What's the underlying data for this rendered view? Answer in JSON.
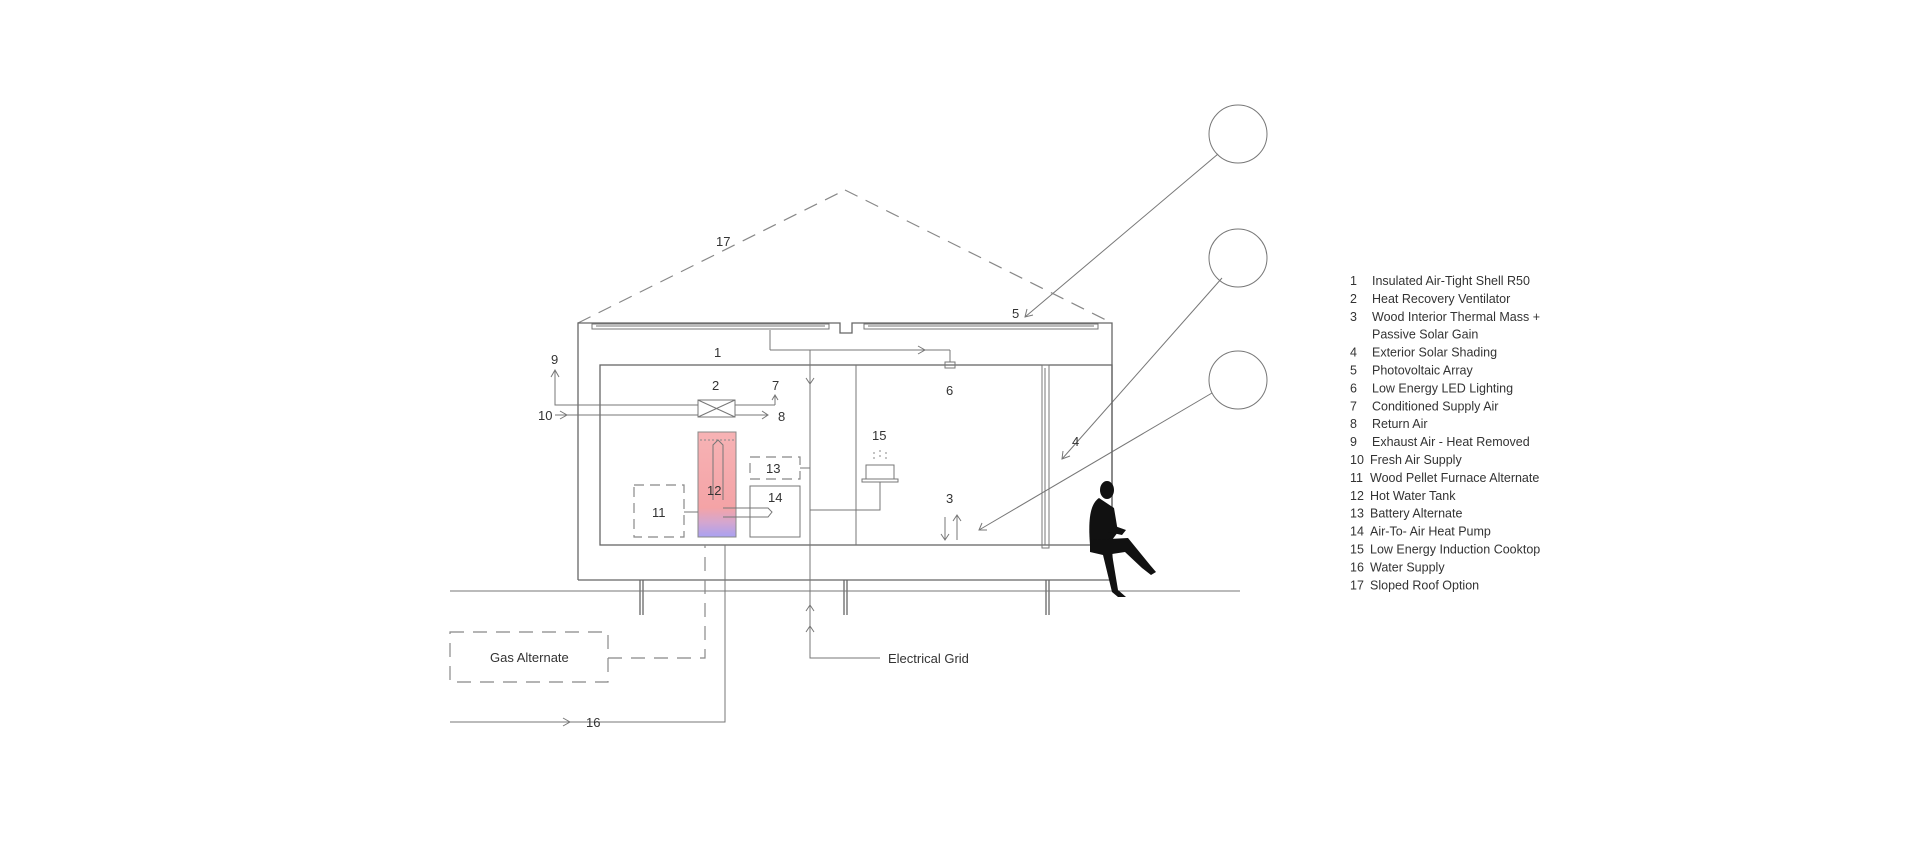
{
  "callouts": {
    "c1": "1",
    "c2": "2",
    "c3": "3",
    "c4": "4",
    "c5": "5",
    "c6": "6",
    "c7": "7",
    "c8": "8",
    "c9": "9",
    "c10": "10",
    "c11": "11",
    "c12": "12",
    "c13": "13",
    "c14": "14",
    "c15": "15",
    "c16": "16",
    "c17": "17"
  },
  "labels": {
    "gas_alternate": "Gas Alternate",
    "electrical_grid": "Electrical Grid"
  },
  "legend": [
    {
      "num": "1",
      "text": "Insulated Air-Tight Shell R50"
    },
    {
      "num": "2",
      "text": "Heat Recovery Ventilator"
    },
    {
      "num": "3",
      "text": "Wood Interior Thermal Mass +"
    },
    {
      "num": "",
      "text": "Passive Solar Gain"
    },
    {
      "num": "4",
      "text": "Exterior Solar Shading"
    },
    {
      "num": "5",
      "text": "Photovoltaic Array"
    },
    {
      "num": "6",
      "text": "Low Energy LED Lighting"
    },
    {
      "num": "7",
      "text": "Conditioned Supply Air"
    },
    {
      "num": "8",
      "text": "Return Air"
    },
    {
      "num": "9",
      "text": "Exhaust Air - Heat Removed"
    },
    {
      "num": "10",
      "text": "Fresh Air Supply"
    },
    {
      "num": "11",
      "text": "Wood Pellet Furnace Alternate"
    },
    {
      "num": "12",
      "text": "Hot Water Tank"
    },
    {
      "num": "13",
      "text": "Battery Alternate"
    },
    {
      "num": "14",
      "text": "Air-To- Air Heat Pump"
    },
    {
      "num": "15",
      "text": "Low Energy Induction Cooktop"
    },
    {
      "num": "16",
      "text": "Water Supply"
    },
    {
      "num": "17",
      "text": "Sloped Roof Option"
    }
  ],
  "colors": {
    "tank_hot": "#f4a3a6",
    "tank_cool": "#b9a6ee",
    "line": "#777777",
    "silhouette": "#111111"
  }
}
